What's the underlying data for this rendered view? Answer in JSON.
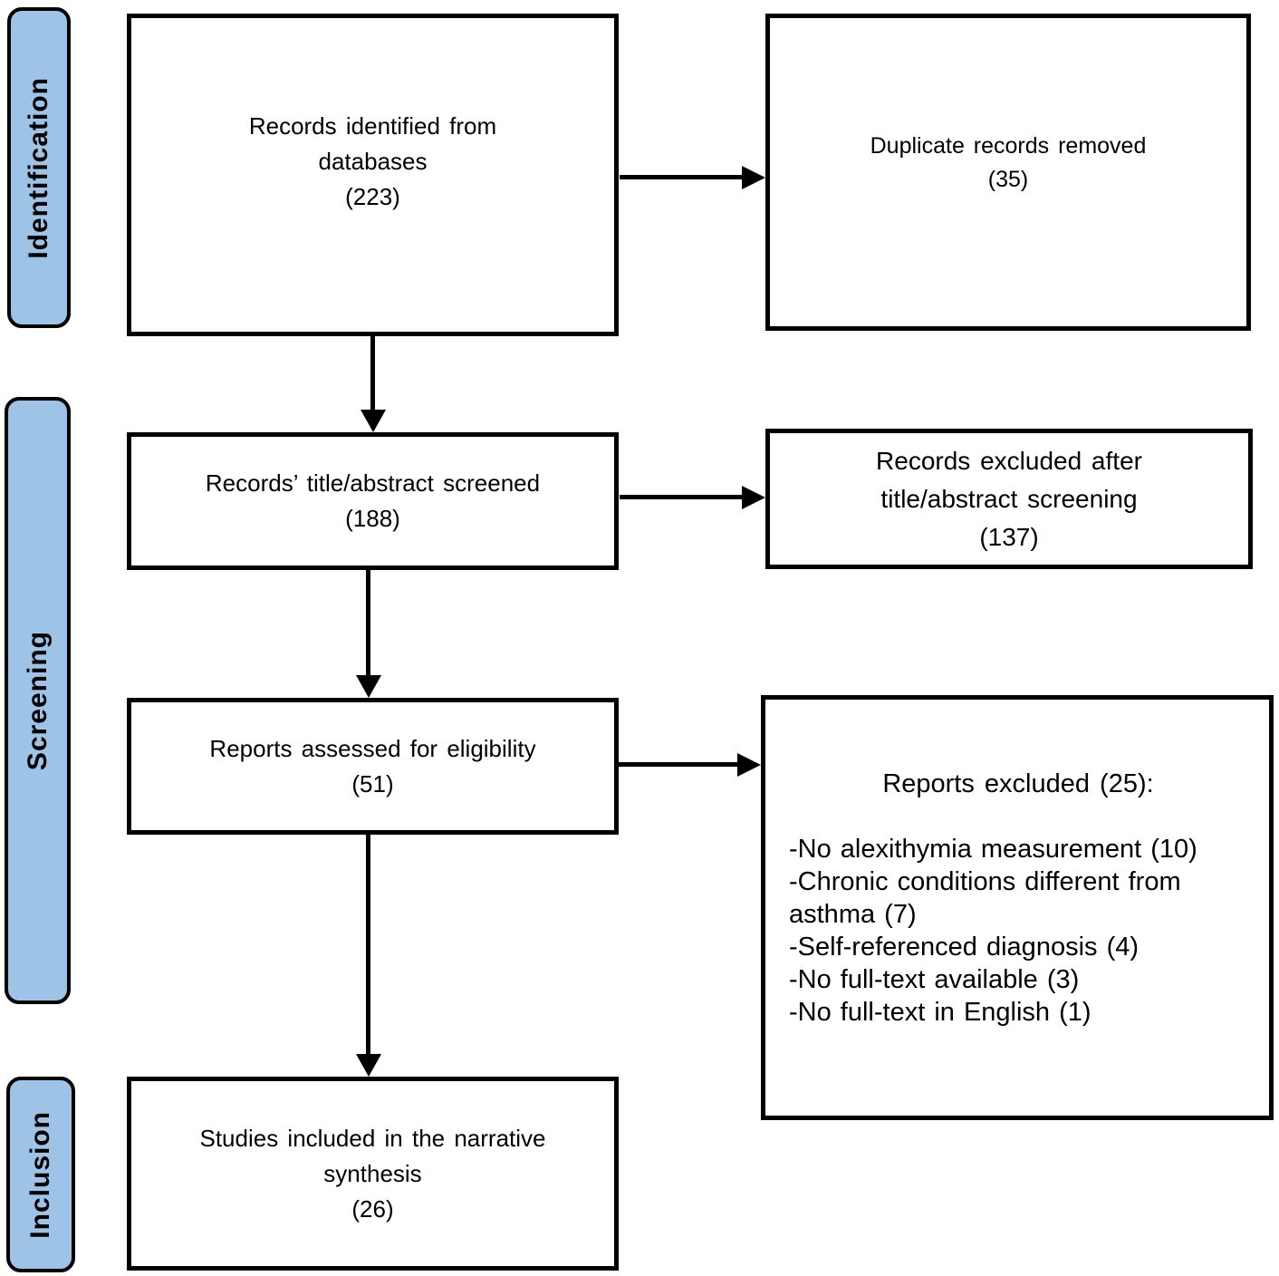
{
  "stages": [
    {
      "label": "Identification"
    },
    {
      "label": "Screening"
    },
    {
      "label": "Inclusion"
    }
  ],
  "boxes": {
    "records_identified": {
      "lines": [
        "Records identified from",
        "databases",
        "(223)"
      ]
    },
    "duplicates_removed": {
      "lines": [
        "Duplicate records removed",
        "(35)"
      ]
    },
    "title_abstract_screened": {
      "lines": [
        "Records’ title/abstract screened",
        "(188)"
      ]
    },
    "excluded_after_screening": {
      "lines": [
        "Records excluded after",
        "title/abstract screening",
        "(137)"
      ]
    },
    "reports_assessed": {
      "lines": [
        "Reports assessed for eligibility",
        "(51)"
      ]
    },
    "reports_excluded": {
      "heading": "Reports excluded (25):",
      "reasons": [
        "-No alexithymia measurement (10)",
        "-Chronic conditions different from asthma (7)",
        "-Self-referenced diagnosis (4)",
        "-No full-text available (3)",
        "-No full-text in English (1)"
      ]
    },
    "studies_included": {
      "lines": [
        "Studies included in the narrative",
        "synthesis",
        "(26)"
      ]
    }
  },
  "colors": {
    "stage_fill": "#9DC3E6",
    "border": "#000000",
    "background": "#FFFFFF",
    "text": "#000000"
  }
}
